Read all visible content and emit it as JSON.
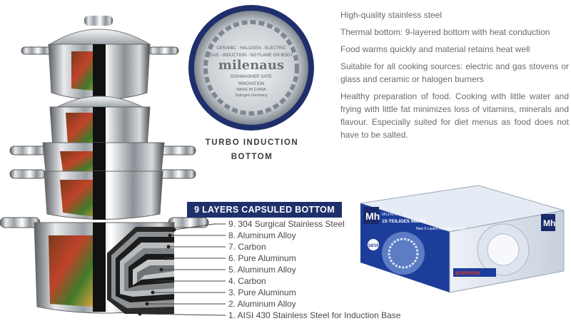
{
  "features": [
    "High-quality stainless steel",
    "Thermal bottom: 9-layered bottom with heat conduction",
    "Food warms quickly and material retains heat well",
    "Suitable for all cooking sources: electric and gas stovens or glass and ceramic or halogen burners",
    "Healthy preparation of food. Cooking with little water and frying with little fat minimizes loss of vitamins, minerals and flavour. Especially suited for diet menus as food does not have to be salted."
  ],
  "turbo_label": [
    "TURBO INDUCTION",
    "BOTTOM"
  ],
  "stamp": {
    "line1": "CERAMIC - HALOGEN - ELECTRIC",
    "line2": "GAS - INDUCTION - NO FLAME ON BODY",
    "brand": "milenaus",
    "line3": "DISHWASHER SAFE",
    "line4": "INNOVATION",
    "line5": "MADE IN CHINA",
    "line6": "Solingen Germany"
  },
  "layers_title": "9 LAYERS CAPSULED BOTTOM",
  "layers": [
    "9. 304 Surgical Stainless Steel",
    "8. Aluminum Alloy",
    "7. Carbon",
    "6. Pure Aluminum",
    "5. Aluminum Alloy",
    "4. Carbon",
    "3. Pure Aluminum",
    "2. Aluminum Alloy",
    "1. AISI 430 Stainless Steel for Induction Base"
  ],
  "box": {
    "logo": "Mh",
    "brand_small": "MILENHAUS",
    "product": "15-TEILIGES MILAN",
    "tagline": "New 9 Layers Capsuled Bottom",
    "badge": "18/10",
    "side_logo": "Mh",
    "protector": "protector"
  },
  "colors": {
    "navy": "#1e2f6b",
    "text": "#6b6b6b",
    "box_blue": "#1d3d9a"
  }
}
